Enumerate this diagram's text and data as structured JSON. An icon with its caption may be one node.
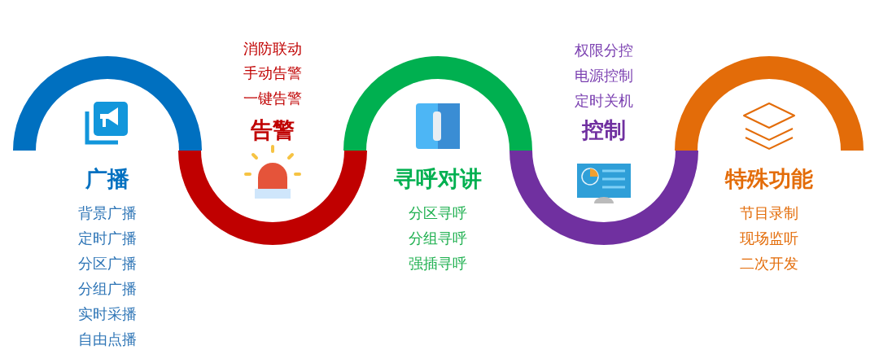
{
  "diagram": {
    "nodes": [
      {
        "text": [
          "广播",
          "背景广播",
          "定时广播",
          "分区广播",
          "分组广播",
          "实时采播",
          "自由点播"
        ]
      },
      {
        "text": [
          "消防联动",
          "手动告警",
          "一键告警",
          "告警"
        ]
      },
      {
        "text": [
          "寻呼对讲",
          "分区寻呼",
          "分组寻呼",
          "强插寻呼"
        ]
      },
      {
        "text": [
          "权限分控",
          "电源控制",
          "定时关机",
          "控制"
        ]
      },
      {
        "text": [
          "特殊功能",
          "节目录制",
          "现场监听",
          "二次开发"
        ]
      }
    ]
  }
}
